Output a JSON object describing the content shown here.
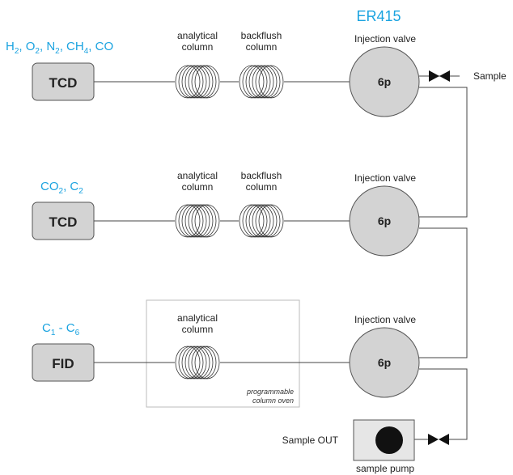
{
  "title": "ER415",
  "sample_in": "Sample",
  "sample_out": "Sample OUT",
  "pump": "sample pump",
  "oven": [
    "programmable",
    "column oven"
  ],
  "channels": [
    {
      "gases": [
        [
          "H",
          "2"
        ],
        [
          ", O",
          "2"
        ],
        [
          ", N",
          "2"
        ],
        [
          ", CH",
          "4"
        ],
        [
          ", CO",
          ""
        ]
      ],
      "detector": "TCD",
      "columns": [
        {
          "lines": [
            "analytical",
            "column"
          ]
        },
        {
          "lines": [
            "backflush",
            "column"
          ]
        }
      ],
      "valve_title": "Injection valve",
      "valve": "6p"
    },
    {
      "gases": [
        [
          "CO",
          "2"
        ],
        [
          ", C",
          "2"
        ]
      ],
      "detector": "TCD",
      "columns": [
        {
          "lines": [
            "analytical",
            "column"
          ]
        },
        {
          "lines": [
            "backflush",
            "column"
          ]
        }
      ],
      "valve_title": "Injection valve",
      "valve": "6p"
    },
    {
      "gases": [
        [
          "C",
          "1"
        ],
        [
          " - C",
          "6"
        ]
      ],
      "detector": "FID",
      "columns": [
        {
          "lines": [
            "analytical",
            "column"
          ]
        }
      ],
      "valve_title": "Injection valve",
      "valve": "6p"
    }
  ],
  "colors": {
    "accent": "#1aa3e0",
    "detector_fill": "#d3d3d3",
    "valve_fill": "#d3d3d3"
  }
}
